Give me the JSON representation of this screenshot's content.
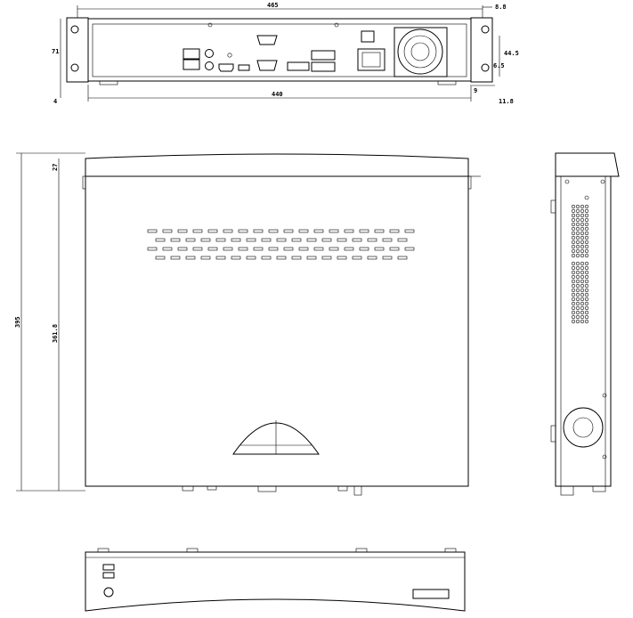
{
  "dimensions": {
    "rear_width_total": "465",
    "rear_right_offset": "8.8",
    "rear_height": "71",
    "rear_bottom_offset": "4",
    "rear_right_upper": "6.5",
    "rear_right_height": "44.5",
    "rear_right_small": "9",
    "rear_right_lower": "11.8",
    "rear_width_body": "440",
    "top_depth_total": "395",
    "top_depth_body": "361.8",
    "top_front_offset": "27"
  }
}
